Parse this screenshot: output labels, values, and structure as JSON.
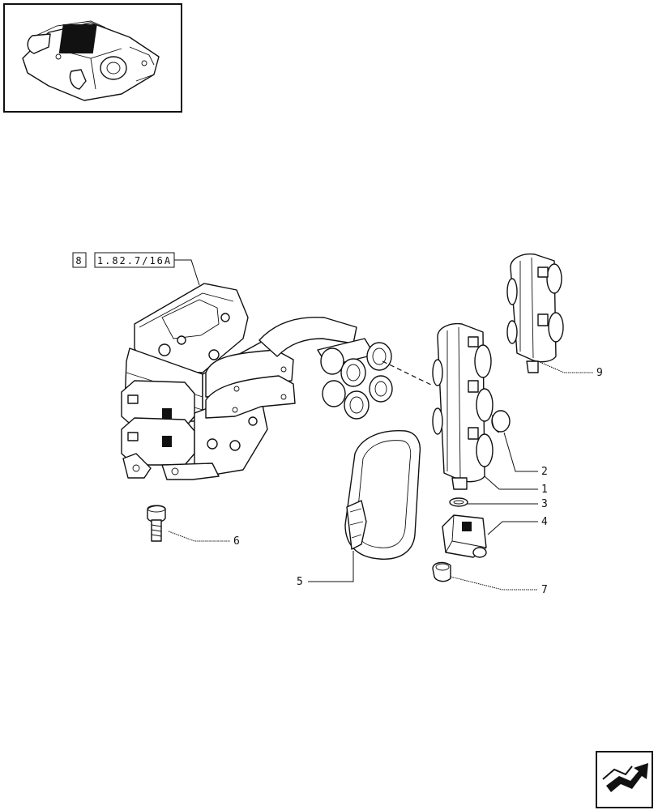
{
  "reference": {
    "section": "8",
    "code": "1.82.7/16A"
  },
  "callouts": [
    "1",
    "2",
    "3",
    "4",
    "5",
    "6",
    "7",
    "9"
  ],
  "icons": {
    "thumbnail": "tractor-hydraulic-housing-icon",
    "navigation": "next-page-arrow-icon"
  }
}
